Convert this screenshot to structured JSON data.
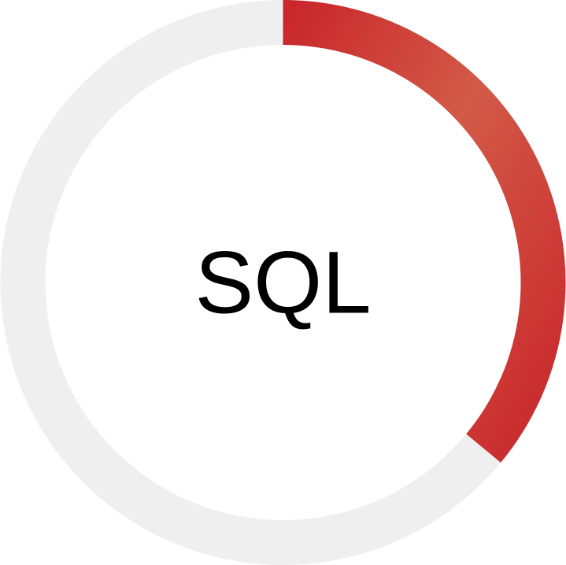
{
  "chart_data": {
    "type": "pie",
    "variant": "donut-progress",
    "center_label": "SQL",
    "values": [
      36,
      64
    ],
    "segments": [
      {
        "value": 36,
        "color": "#c9272b",
        "highlight_color": "#d25a47"
      },
      {
        "value": 64,
        "color": "#efefef"
      }
    ],
    "start": "top",
    "direction": "clockwise",
    "legend": "none",
    "grid": false
  }
}
